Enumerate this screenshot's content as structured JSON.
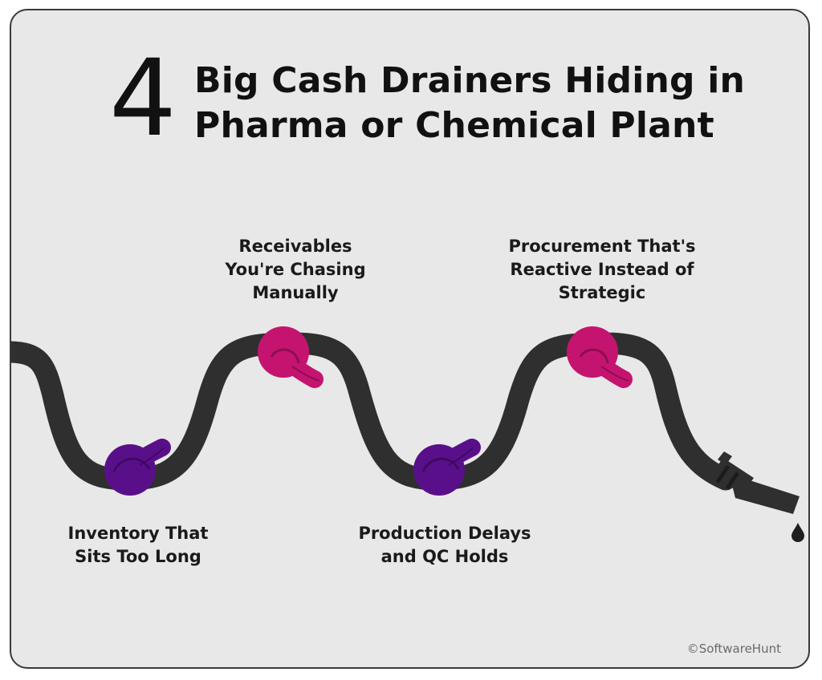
{
  "header": {
    "number": "4",
    "title_line1": "Big Cash Drainers Hiding in",
    "title_line2": "Pharma or Chemical Plant"
  },
  "drainers": [
    {
      "line1": "Inventory That",
      "line2": "Sits Too Long",
      "line3": ""
    },
    {
      "line1": "Receivables",
      "line2": "You're Chasing",
      "line3": "Manually"
    },
    {
      "line1": "Production Delays",
      "line2": "and QC Holds",
      "line3": ""
    },
    {
      "line1": "Procurement That's",
      "line2": "Reactive Instead of",
      "line3": "Strategic"
    }
  ],
  "credit": "©SoftwareHunt",
  "colors": {
    "background": "#e8e8e8",
    "hose": "#2f2f2f",
    "knot_purple": "#5a0f8a",
    "knot_magenta": "#c4146f",
    "text": "#1a1a1a"
  }
}
